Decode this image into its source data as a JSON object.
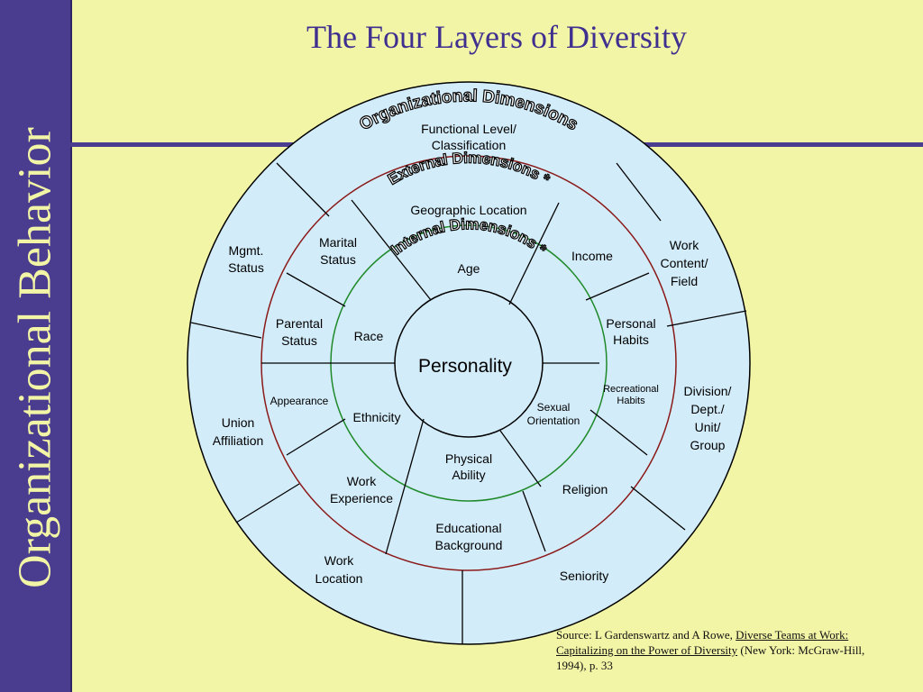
{
  "sidebar": {
    "text": "Organizational Behavior"
  },
  "title": "The Four Layers of Diversity",
  "colors": {
    "background": "#f2f4a6",
    "sidebar": "#4a3d8f",
    "title": "#3f3090",
    "wheel_fill": "#d3ecf9",
    "external_ring": "#8b1a1a",
    "internal_ring": "#1f8a2a"
  },
  "layers": {
    "organizational": {
      "heading": "Organizational Dimensions",
      "items": {
        "functional_level": [
          "Functional Level/",
          "Classification"
        ],
        "work_content": [
          "Work",
          "Content/",
          "Field"
        ],
        "division": [
          "Division/",
          "Dept./",
          "Unit/",
          "Group"
        ],
        "seniority": [
          "Seniority"
        ],
        "work_location": [
          "Work",
          "Location"
        ],
        "union_affiliation": [
          "Union",
          "Affiliation"
        ],
        "mgmt_status": [
          "Mgmt.",
          "Status"
        ]
      }
    },
    "external": {
      "heading": "External Dimensions *",
      "items": {
        "geographic_location": [
          "Geographic Location"
        ],
        "income": [
          "Income"
        ],
        "personal_habits": [
          "Personal",
          "Habits"
        ],
        "recreational_habits": [
          "Recreational",
          "Habits"
        ],
        "religion": [
          "Religion"
        ],
        "educational_background": [
          "Educational",
          "Background"
        ],
        "work_experience": [
          "Work",
          "Experience"
        ],
        "appearance": [
          "Appearance"
        ],
        "parental_status": [
          "Parental",
          "Status"
        ],
        "marital_status": [
          "Marital",
          "Status"
        ]
      }
    },
    "internal": {
      "heading": "Internal Dimensions *",
      "items": {
        "age": [
          "Age"
        ],
        "race": [
          "Race"
        ],
        "ethnicity": [
          "Ethnicity"
        ],
        "physical_ability": [
          "Physical",
          "Ability"
        ],
        "sexual_orientation": [
          "Sexual",
          "Orientation"
        ]
      }
    },
    "core": {
      "label": "Personality"
    }
  },
  "source": {
    "prefix": "Source: L Gardenswartz and A Rowe, ",
    "book_title": "Diverse Teams at Work: Capitalizing on the Power of Diversity",
    "suffix": " (New York: McGraw-Hill, 1994), p. 33"
  }
}
